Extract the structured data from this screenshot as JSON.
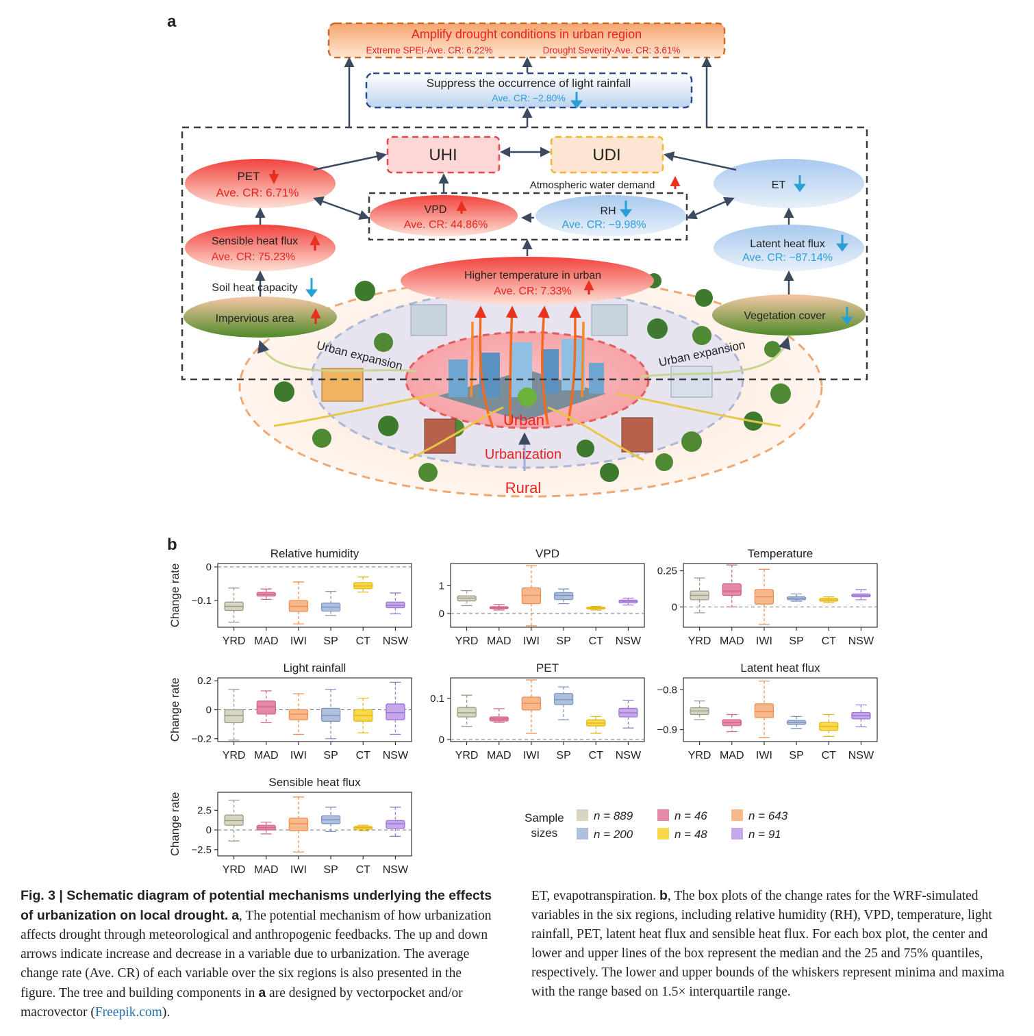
{
  "panel_labels": {
    "a": "a",
    "b": "b"
  },
  "diagram": {
    "top_box": {
      "title": "Amplify drought conditions in urban region",
      "sub_left": "Extreme SPEI-Ave. CR: 6.22%",
      "sub_right": "Drought Severity-Ave. CR: 3.61%"
    },
    "rain_box": {
      "title": "Suppress the occurrence of light rainfall",
      "value": "Ave. CR: −2.80%"
    },
    "uhi": "UHI",
    "udi": "UDI",
    "atm_demand": "Atmospheric water demand",
    "pet": {
      "label": "PET",
      "value": "Ave. CR: 6.71%"
    },
    "vpd": {
      "label": "VPD",
      "value": "Ave. CR: 44.86%"
    },
    "rh": {
      "label": "RH",
      "value": "Ave. CR: −9.98%"
    },
    "et": {
      "label": "ET"
    },
    "shf": {
      "label": "Sensible heat flux",
      "value": "Ave. CR: 75.23%"
    },
    "lhf": {
      "label": "Latent heat flux",
      "value": "Ave. CR: −87.14%"
    },
    "soil": "Soil heat capacity",
    "temp": {
      "label": "Higher temperature in urban",
      "value": "Ave. CR: 7.33%"
    },
    "impervious": "Impervious area",
    "vegetation": "Vegetation cover",
    "expansion_left": "Urban expansion",
    "expansion_right": "Urban expansion",
    "urban": "Urban",
    "urbanization": "Urbanization",
    "rural": "Rural"
  },
  "colors": {
    "red": "#e8221f",
    "blue": "#2a9fd6",
    "navy": "#3b4a5e"
  },
  "legend": {
    "title_line1": "Sample",
    "title_line2": "sizes",
    "items": [
      {
        "label": "n = 889",
        "color": "#d8d6c2"
      },
      {
        "label": "n = 46",
        "color": "#e48aa6"
      },
      {
        "label": "n = 643",
        "color": "#f7b98c"
      },
      {
        "label": "n = 200",
        "color": "#aebfdd"
      },
      {
        "label": "n = 48",
        "color": "#f7d84a"
      },
      {
        "label": "n = 91",
        "color": "#c6a8ea"
      }
    ]
  },
  "chart_data": [
    {
      "type": "box",
      "title": "Relative humidity",
      "ylabel": "Change rate",
      "categories": [
        "YRD",
        "MAD",
        "IWI",
        "SP",
        "CT",
        "NSW"
      ],
      "ylim": [
        -0.18,
        0.01
      ],
      "yticks": [
        0,
        -0.1
      ],
      "yticklabels": [
        "0",
        "−0.1"
      ],
      "reference_line": 0,
      "boxes": [
        {
          "whislo": -0.165,
          "q1": -0.13,
          "med": -0.118,
          "q3": -0.105,
          "whishi": -0.063
        },
        {
          "whislo": -0.097,
          "q1": -0.087,
          "med": -0.082,
          "q3": -0.076,
          "whishi": -0.066
        },
        {
          "whislo": -0.17,
          "q1": -0.133,
          "med": -0.118,
          "q3": -0.1,
          "whishi": -0.045
        },
        {
          "whislo": -0.145,
          "q1": -0.132,
          "med": -0.12,
          "q3": -0.108,
          "whishi": -0.073
        },
        {
          "whislo": -0.075,
          "q1": -0.065,
          "med": -0.057,
          "q3": -0.047,
          "whishi": -0.03
        },
        {
          "whislo": -0.14,
          "q1": -0.122,
          "med": -0.115,
          "q3": -0.105,
          "whishi": -0.078
        }
      ]
    },
    {
      "type": "box",
      "title": "VPD",
      "ylabel": "",
      "categories": [
        "YRD",
        "MAD",
        "IWI",
        "SP",
        "CT",
        "NSW"
      ],
      "ylim": [
        -0.5,
        1.8
      ],
      "yticks": [
        1,
        0
      ],
      "yticklabels": [
        "1",
        "0"
      ],
      "reference_line": 0,
      "boxes": [
        {
          "whislo": 0.28,
          "q1": 0.45,
          "med": 0.55,
          "q3": 0.63,
          "whishi": 0.82
        },
        {
          "whislo": 0.12,
          "q1": 0.17,
          "med": 0.2,
          "q3": 0.24,
          "whishi": 0.32
        },
        {
          "whislo": -0.45,
          "q1": 0.35,
          "med": 0.65,
          "q3": 0.92,
          "whishi": 1.72
        },
        {
          "whislo": 0.35,
          "q1": 0.5,
          "med": 0.65,
          "q3": 0.75,
          "whishi": 0.88
        },
        {
          "whislo": 0.12,
          "q1": 0.16,
          "med": 0.19,
          "q3": 0.22,
          "whishi": 0.25
        },
        {
          "whislo": 0.3,
          "q1": 0.38,
          "med": 0.44,
          "q3": 0.48,
          "whishi": 0.55
        }
      ]
    },
    {
      "type": "box",
      "title": "Temperature",
      "ylabel": "",
      "categories": [
        "YRD",
        "MAD",
        "IWI",
        "SP",
        "CT",
        "NSW"
      ],
      "ylim": [
        -0.14,
        0.3
      ],
      "yticks": [
        0.25,
        0
      ],
      "yticklabels": [
        "0.25",
        "0"
      ],
      "reference_line": 0,
      "boxes": [
        {
          "whislo": -0.04,
          "q1": 0.05,
          "med": 0.08,
          "q3": 0.11,
          "whishi": 0.2
        },
        {
          "whislo": 0.0,
          "q1": 0.08,
          "med": 0.11,
          "q3": 0.16,
          "whishi": 0.29
        },
        {
          "whislo": -0.12,
          "q1": 0.02,
          "med": 0.07,
          "q3": 0.12,
          "whishi": 0.26
        },
        {
          "whislo": 0.04,
          "q1": 0.05,
          "med": 0.06,
          "q3": 0.07,
          "whishi": 0.09
        },
        {
          "whislo": 0.03,
          "q1": 0.04,
          "med": 0.05,
          "q3": 0.06,
          "whishi": 0.07
        },
        {
          "whislo": 0.05,
          "q1": 0.07,
          "med": 0.08,
          "q3": 0.09,
          "whishi": 0.12
        }
      ]
    },
    {
      "type": "box",
      "title": "Light rainfall",
      "ylabel": "Change rate",
      "categories": [
        "YRD",
        "MAD",
        "IWI",
        "SP",
        "CT",
        "NSW"
      ],
      "ylim": [
        -0.22,
        0.22
      ],
      "yticks": [
        0.2,
        0,
        -0.2
      ],
      "yticklabels": [
        "0.2",
        "0",
        "−0.2"
      ],
      "reference_line": 0,
      "boxes": [
        {
          "whislo": -0.21,
          "q1": -0.09,
          "med": -0.04,
          "q3": 0.0,
          "whishi": 0.14
        },
        {
          "whislo": -0.09,
          "q1": -0.03,
          "med": 0.02,
          "q3": 0.06,
          "whishi": 0.13
        },
        {
          "whislo": -0.17,
          "q1": -0.07,
          "med": -0.03,
          "q3": 0.0,
          "whishi": 0.11
        },
        {
          "whislo": -0.2,
          "q1": -0.08,
          "med": -0.04,
          "q3": 0.01,
          "whishi": 0.14
        },
        {
          "whislo": -0.16,
          "q1": -0.08,
          "med": -0.04,
          "q3": 0.0,
          "whishi": 0.08
        },
        {
          "whislo": -0.17,
          "q1": -0.07,
          "med": -0.02,
          "q3": 0.04,
          "whishi": 0.19
        }
      ]
    },
    {
      "type": "box",
      "title": "PET",
      "ylabel": "",
      "categories": [
        "YRD",
        "MAD",
        "IWI",
        "SP",
        "CT",
        "NSW"
      ],
      "ylim": [
        -0.005,
        0.15
      ],
      "yticks": [
        0.1,
        0
      ],
      "yticklabels": [
        "0.1",
        "0"
      ],
      "reference_line": 0,
      "boxes": [
        {
          "whislo": 0.032,
          "q1": 0.055,
          "med": 0.065,
          "q3": 0.078,
          "whishi": 0.108
        },
        {
          "whislo": 0.042,
          "q1": 0.045,
          "med": 0.05,
          "q3": 0.055,
          "whishi": 0.075
        },
        {
          "whislo": 0.015,
          "q1": 0.072,
          "med": 0.088,
          "q3": 0.103,
          "whishi": 0.145
        },
        {
          "whislo": 0.048,
          "q1": 0.085,
          "med": 0.097,
          "q3": 0.112,
          "whishi": 0.128
        },
        {
          "whislo": 0.015,
          "q1": 0.033,
          "med": 0.04,
          "q3": 0.048,
          "whishi": 0.056
        },
        {
          "whislo": 0.028,
          "q1": 0.055,
          "med": 0.065,
          "q3": 0.076,
          "whishi": 0.095
        }
      ]
    },
    {
      "type": "box",
      "title": "Latent heat flux",
      "ylabel": "",
      "categories": [
        "YRD",
        "MAD",
        "IWI",
        "SP",
        "CT",
        "NSW"
      ],
      "ylim": [
        -0.93,
        -0.77
      ],
      "yticks": [
        -0.8,
        -0.9
      ],
      "yticklabels": [
        "−0.8",
        "−0.9"
      ],
      "reference_line": null,
      "boxes": [
        {
          "whislo": -0.875,
          "q1": -0.862,
          "med": -0.853,
          "q3": -0.845,
          "whishi": -0.828
        },
        {
          "whislo": -0.905,
          "q1": -0.89,
          "med": -0.882,
          "q3": -0.875,
          "whishi": -0.862
        },
        {
          "whislo": -0.92,
          "q1": -0.87,
          "med": -0.855,
          "q3": -0.835,
          "whishi": -0.778
        },
        {
          "whislo": -0.897,
          "q1": -0.887,
          "med": -0.882,
          "q3": -0.877,
          "whishi": -0.867
        },
        {
          "whislo": -0.917,
          "q1": -0.902,
          "med": -0.892,
          "q3": -0.882,
          "whishi": -0.862
        },
        {
          "whislo": -0.893,
          "q1": -0.873,
          "med": -0.865,
          "q3": -0.857,
          "whishi": -0.838
        }
      ]
    },
    {
      "type": "box",
      "title": "Sensible heat flux",
      "ylabel": "Change rate",
      "categories": [
        "YRD",
        "MAD",
        "IWI",
        "SP",
        "CT",
        "NSW"
      ],
      "ylim": [
        -3.3,
        4.8
      ],
      "yticks": [
        2.5,
        0,
        -2.5
      ],
      "yticklabels": [
        "2.5",
        "0",
        "−2.5"
      ],
      "reference_line": 0,
      "boxes": [
        {
          "whislo": -1.4,
          "q1": 0.6,
          "med": 1.2,
          "q3": 1.9,
          "whishi": 3.8
        },
        {
          "whislo": -0.5,
          "q1": 0.0,
          "med": 0.3,
          "q3": 0.6,
          "whishi": 1.0
        },
        {
          "whislo": -2.8,
          "q1": -0.1,
          "med": 0.8,
          "q3": 1.5,
          "whishi": 4.2
        },
        {
          "whislo": -0.2,
          "q1": 0.8,
          "med": 1.3,
          "q3": 1.8,
          "whishi": 2.9
        },
        {
          "whislo": -0.1,
          "q1": 0.1,
          "med": 0.3,
          "q3": 0.45,
          "whishi": 0.6
        },
        {
          "whislo": -0.8,
          "q1": 0.2,
          "med": 0.8,
          "q3": 1.2,
          "whishi": 2.9
        }
      ]
    }
  ],
  "caption": {
    "fig": "Fig. 3 | ",
    "title": "Schematic diagram of potential mechanisms underlying the effects of urbanization on local drought.",
    "a": "a",
    "text_a": ", The potential mechanism of how urbanization affects drought through meteorological and anthropogenic feedbacks. The up and down arrows indicate increase and decrease in a variable due to urbanization. The average change rate (Ave. CR) of each variable over the six regions is also presented in the figure. The tree and building components in ",
    "a2": "a",
    "text_a2": " are designed by vectorpocket and/or macrovector (",
    "link": "Freepik.com",
    "text_a3": ").",
    "right_start": "ET, evapotranspiration. ",
    "b": "b",
    "text_b": ", The box plots of the change rates for the WRF-simulated variables in the six regions, including relative humidity (RH), VPD, temperature, light rainfall, PET, latent heat flux and sensible heat flux. For each box plot, the center and lower and upper lines of the box represent the median and the 25 and 75% quantiles, respectively. The lower and upper bounds of the whiskers represent minima and maxima with the range based on 1.5× interquartile range."
  }
}
